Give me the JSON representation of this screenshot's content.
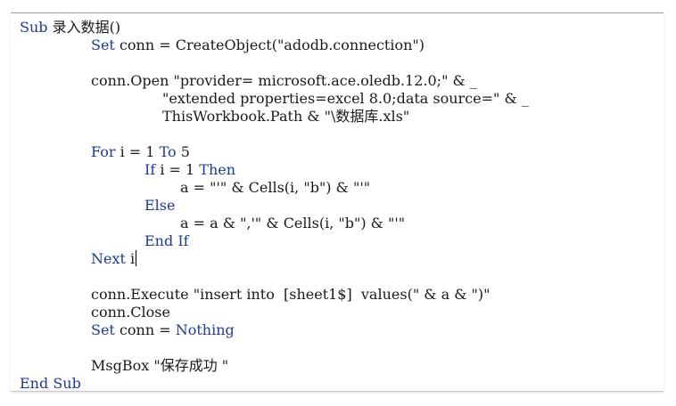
{
  "colors": {
    "keyword": "#1f3a93",
    "text": "#1a1a1a",
    "background": "#ffffff"
  },
  "editor": {
    "lines": [
      {
        "indent": 0,
        "tokens": [
          {
            "t": "Sub",
            "k": true
          },
          {
            "t": " 录入数据()",
            "k": false
          }
        ]
      },
      {
        "indent": 8,
        "tokens": [
          {
            "t": "Set",
            "k": true
          },
          {
            "t": " conn = CreateObject(\"adodb.connection\")",
            "k": false
          }
        ]
      },
      {
        "indent": 0,
        "tokens": []
      },
      {
        "indent": 8,
        "tokens": [
          {
            "t": "conn.Open \"provider= microsoft.ace.oledb.12.0;\" & _",
            "k": false
          }
        ]
      },
      {
        "indent": 16,
        "tokens": [
          {
            "t": "\"extended properties=excel 8.0;data source=\" & _",
            "k": false
          }
        ]
      },
      {
        "indent": 16,
        "tokens": [
          {
            "t": "ThisWorkbook.Path & \"\\数据库.xls\"",
            "k": false
          }
        ]
      },
      {
        "indent": 0,
        "tokens": []
      },
      {
        "indent": 8,
        "tokens": [
          {
            "t": "For",
            "k": true
          },
          {
            "t": " i = 1 ",
            "k": false
          },
          {
            "t": "To",
            "k": true
          },
          {
            "t": " 5",
            "k": false
          }
        ]
      },
      {
        "indent": 14,
        "tokens": [
          {
            "t": "If",
            "k": true
          },
          {
            "t": " i = 1 ",
            "k": false
          },
          {
            "t": "Then",
            "k": true
          }
        ]
      },
      {
        "indent": 18,
        "tokens": [
          {
            "t": "a = \"'\" & Cells(i, \"b\") & \"'\"",
            "k": false
          }
        ]
      },
      {
        "indent": 14,
        "tokens": [
          {
            "t": "Else",
            "k": true
          }
        ]
      },
      {
        "indent": 18,
        "tokens": [
          {
            "t": "a = a & \",'\" & Cells(i, \"b\") & \"'\"",
            "k": false
          }
        ]
      },
      {
        "indent": 14,
        "tokens": [
          {
            "t": "End If",
            "k": true
          }
        ]
      },
      {
        "indent": 8,
        "tokens": [
          {
            "t": "Next",
            "k": true
          },
          {
            "t": " i",
            "k": false
          }
        ],
        "caret": true
      },
      {
        "indent": 0,
        "tokens": []
      },
      {
        "indent": 8,
        "tokens": [
          {
            "t": "conn.Execute \"insert into  [sheet1$]  values(\" & a & \")\"",
            "k": false
          }
        ]
      },
      {
        "indent": 8,
        "tokens": [
          {
            "t": "conn.Close",
            "k": false
          }
        ]
      },
      {
        "indent": 8,
        "tokens": [
          {
            "t": "Set",
            "k": true
          },
          {
            "t": " conn = ",
            "k": false
          },
          {
            "t": "Nothing",
            "k": true
          }
        ]
      },
      {
        "indent": 0,
        "tokens": []
      },
      {
        "indent": 8,
        "tokens": [
          {
            "t": "MsgBox \"保存成功 \"",
            "k": false
          }
        ]
      },
      {
        "indent": 0,
        "tokens": [
          {
            "t": "End Sub",
            "k": true
          }
        ]
      }
    ]
  }
}
